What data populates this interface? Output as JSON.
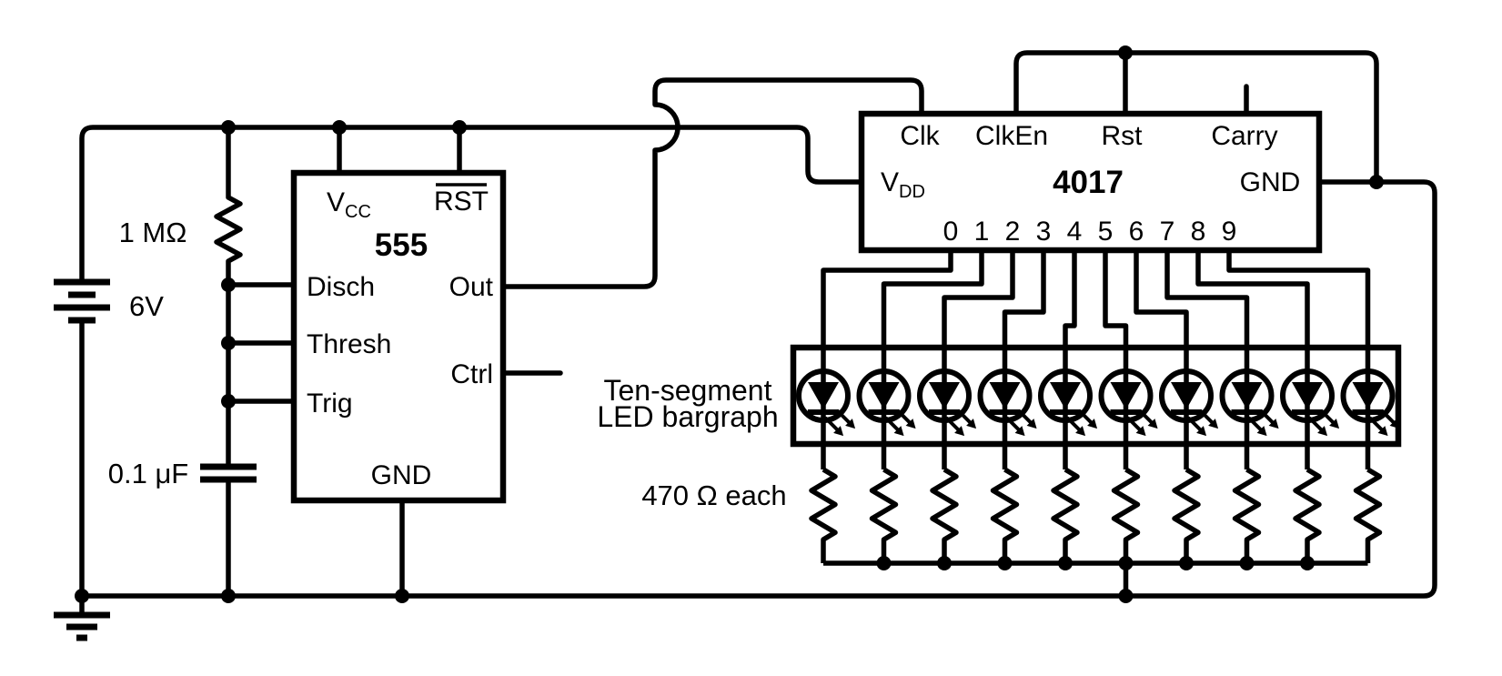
{
  "figure": {
    "kind": "circuit-schematic",
    "description": "555 astable timer clocking a 4017 decade counter driving a ten-segment LED bargraph"
  },
  "colors": {
    "ink": "#000000",
    "background": "#ffffff"
  },
  "left_branch": {
    "battery_voltage": "6V",
    "resistor_value": "1 MΩ",
    "capacitor_value": "0.1 μF"
  },
  "timer_chip": {
    "name": "555",
    "pin_vcc_base": "V",
    "pin_vcc_sub": "CC",
    "pin_rst": "RST",
    "pin_disch": "Disch",
    "pin_out": "Out",
    "pin_thresh": "Thresh",
    "pin_ctrl": "Ctrl",
    "pin_trig": "Trig",
    "pin_gnd": "GND"
  },
  "counter_chip": {
    "name": "4017",
    "pin_clk": "Clk",
    "pin_clken": "ClkEn",
    "pin_rst": "Rst",
    "pin_carry": "Carry",
    "pin_vdd_base": "V",
    "pin_vdd_sub": "DD",
    "pin_gnd": "GND",
    "outputs": [
      "0",
      "1",
      "2",
      "3",
      "4",
      "5",
      "6",
      "7",
      "8",
      "9"
    ]
  },
  "bargraph": {
    "label_line1": "Ten-segment",
    "label_line2": "LED bargraph",
    "led_count": 10,
    "resistors_label": "470 Ω each"
  }
}
